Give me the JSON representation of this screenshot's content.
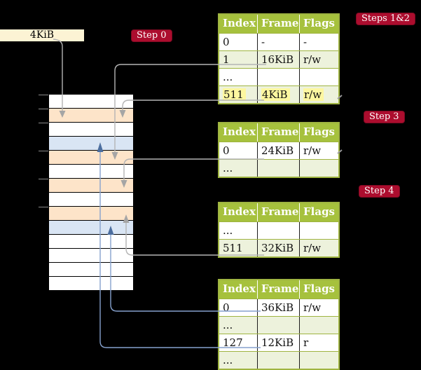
{
  "title_box": {
    "label": "4KiB"
  },
  "badges": {
    "step0": "Step 0",
    "steps12": "Steps 1&2",
    "step3": "Step 3",
    "step4": "Step 4"
  },
  "memory_stack": {
    "rows": [
      {
        "kind": "free"
      },
      {
        "kind": "table"
      },
      {
        "kind": "free"
      },
      {
        "kind": "page"
      },
      {
        "kind": "table"
      },
      {
        "kind": "free"
      },
      {
        "kind": "table"
      },
      {
        "kind": "free"
      },
      {
        "kind": "table"
      },
      {
        "kind": "page"
      },
      {
        "kind": "free"
      },
      {
        "kind": "free"
      },
      {
        "kind": "free"
      },
      {
        "kind": "free"
      }
    ],
    "tick_rows": [
      0,
      1,
      2,
      4,
      6,
      8
    ]
  },
  "page_tables": [
    {
      "name": "table-steps12",
      "columns": [
        "Index",
        "Frame",
        "Flags"
      ],
      "rows": [
        {
          "cells": [
            "0",
            "-",
            "-"
          ],
          "shade": false,
          "highlight": false
        },
        {
          "cells": [
            "1",
            "16KiB",
            "r/w"
          ],
          "shade": true,
          "highlight": false
        },
        {
          "cells": [
            "...",
            "",
            ""
          ],
          "shade": false,
          "highlight": false
        },
        {
          "cells": [
            "511",
            "4KiB",
            "r/w"
          ],
          "shade": true,
          "highlight": true
        }
      ]
    },
    {
      "name": "table-step3",
      "columns": [
        "Index",
        "Frame",
        "Flags"
      ],
      "rows": [
        {
          "cells": [
            "0",
            "24KiB",
            "r/w"
          ],
          "shade": false,
          "highlight": false
        },
        {
          "cells": [
            "...",
            "",
            ""
          ],
          "shade": true,
          "highlight": false
        }
      ]
    },
    {
      "name": "table-step4",
      "columns": [
        "Index",
        "Frame",
        "Flags"
      ],
      "rows": [
        {
          "cells": [
            "...",
            "",
            ""
          ],
          "shade": false,
          "highlight": false
        },
        {
          "cells": [
            "511",
            "32KiB",
            "r/w"
          ],
          "shade": true,
          "highlight": false
        }
      ]
    },
    {
      "name": "table-final",
      "columns": [
        "Index",
        "Frame",
        "Flags"
      ],
      "rows": [
        {
          "cells": [
            "0",
            "36KiB",
            "r/w"
          ],
          "shade": false,
          "highlight": false
        },
        {
          "cells": [
            "...",
            "",
            ""
          ],
          "shade": true,
          "highlight": false
        },
        {
          "cells": [
            "127",
            "12KiB",
            "r"
          ],
          "shade": false,
          "highlight": false
        },
        {
          "cells": [
            "...",
            "",
            ""
          ],
          "shade": true,
          "highlight": false
        }
      ]
    }
  ],
  "colors": {
    "badge_red": "#ac0d2e",
    "header_green": "#a6c13d",
    "shade_green": "#edf2dc",
    "highlight_yellow": "#fdf7a0",
    "frame_table_peach": "#fde4c9",
    "frame_page_blue": "#d9e5f4",
    "label_cream": "#fcf3d4",
    "arrow_gray": "#b4b4b4",
    "arrow_blue": "#85a1cd"
  }
}
